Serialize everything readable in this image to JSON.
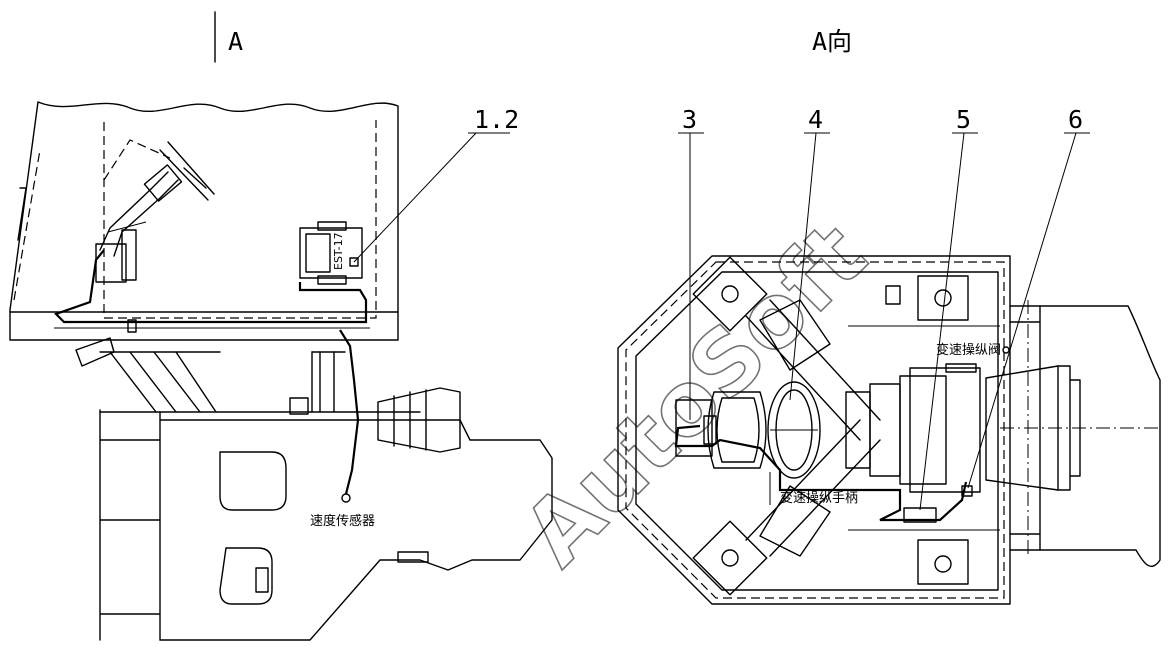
{
  "view_labels": {
    "left": "A",
    "right": "A向"
  },
  "callouts": {
    "left": "1.2",
    "right": [
      "3",
      "4",
      "5",
      "6"
    ]
  },
  "device_label": "EST-17",
  "annotations": {
    "speed_sensor": "速度传感器",
    "gear_shift_valve": "变速操纵阀",
    "gear_shift_handle": "变速操纵手柄"
  },
  "watermark": "AutoSoft"
}
